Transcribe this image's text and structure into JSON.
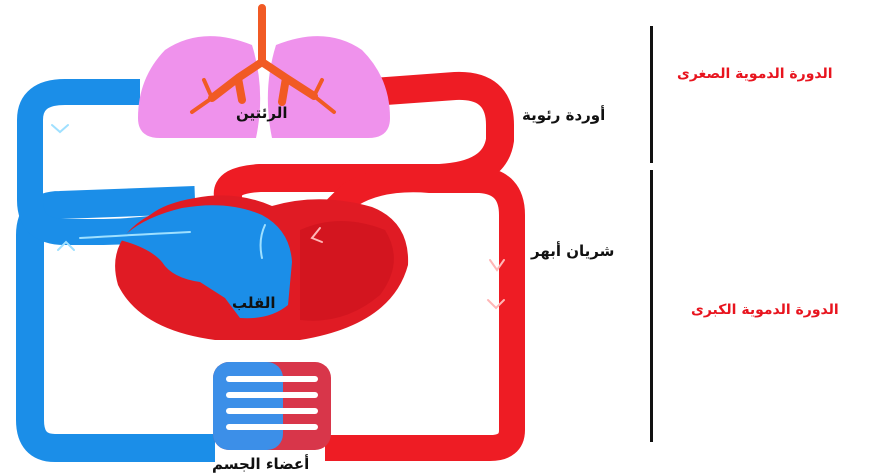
{
  "labels": {
    "lungs": "الرئتين",
    "heart": "القلب",
    "pulmonary_veins": "أوردة رئوية",
    "aorta": "شريان أبهر",
    "body_organs": "أعضاء الجسم"
  },
  "sections": {
    "pulmonary_circulation": "الدورة الدموية الصغرى",
    "systemic_circulation": "الدورة الدموية الكبرى"
  },
  "colors": {
    "oxygenated": "#ee1c24",
    "deoxygenated": "#1b8ee8",
    "lungs": "#ef92ec",
    "trachea": "#f15a24",
    "heart_dark": "#c4101a",
    "section_text": "#e8141e"
  }
}
